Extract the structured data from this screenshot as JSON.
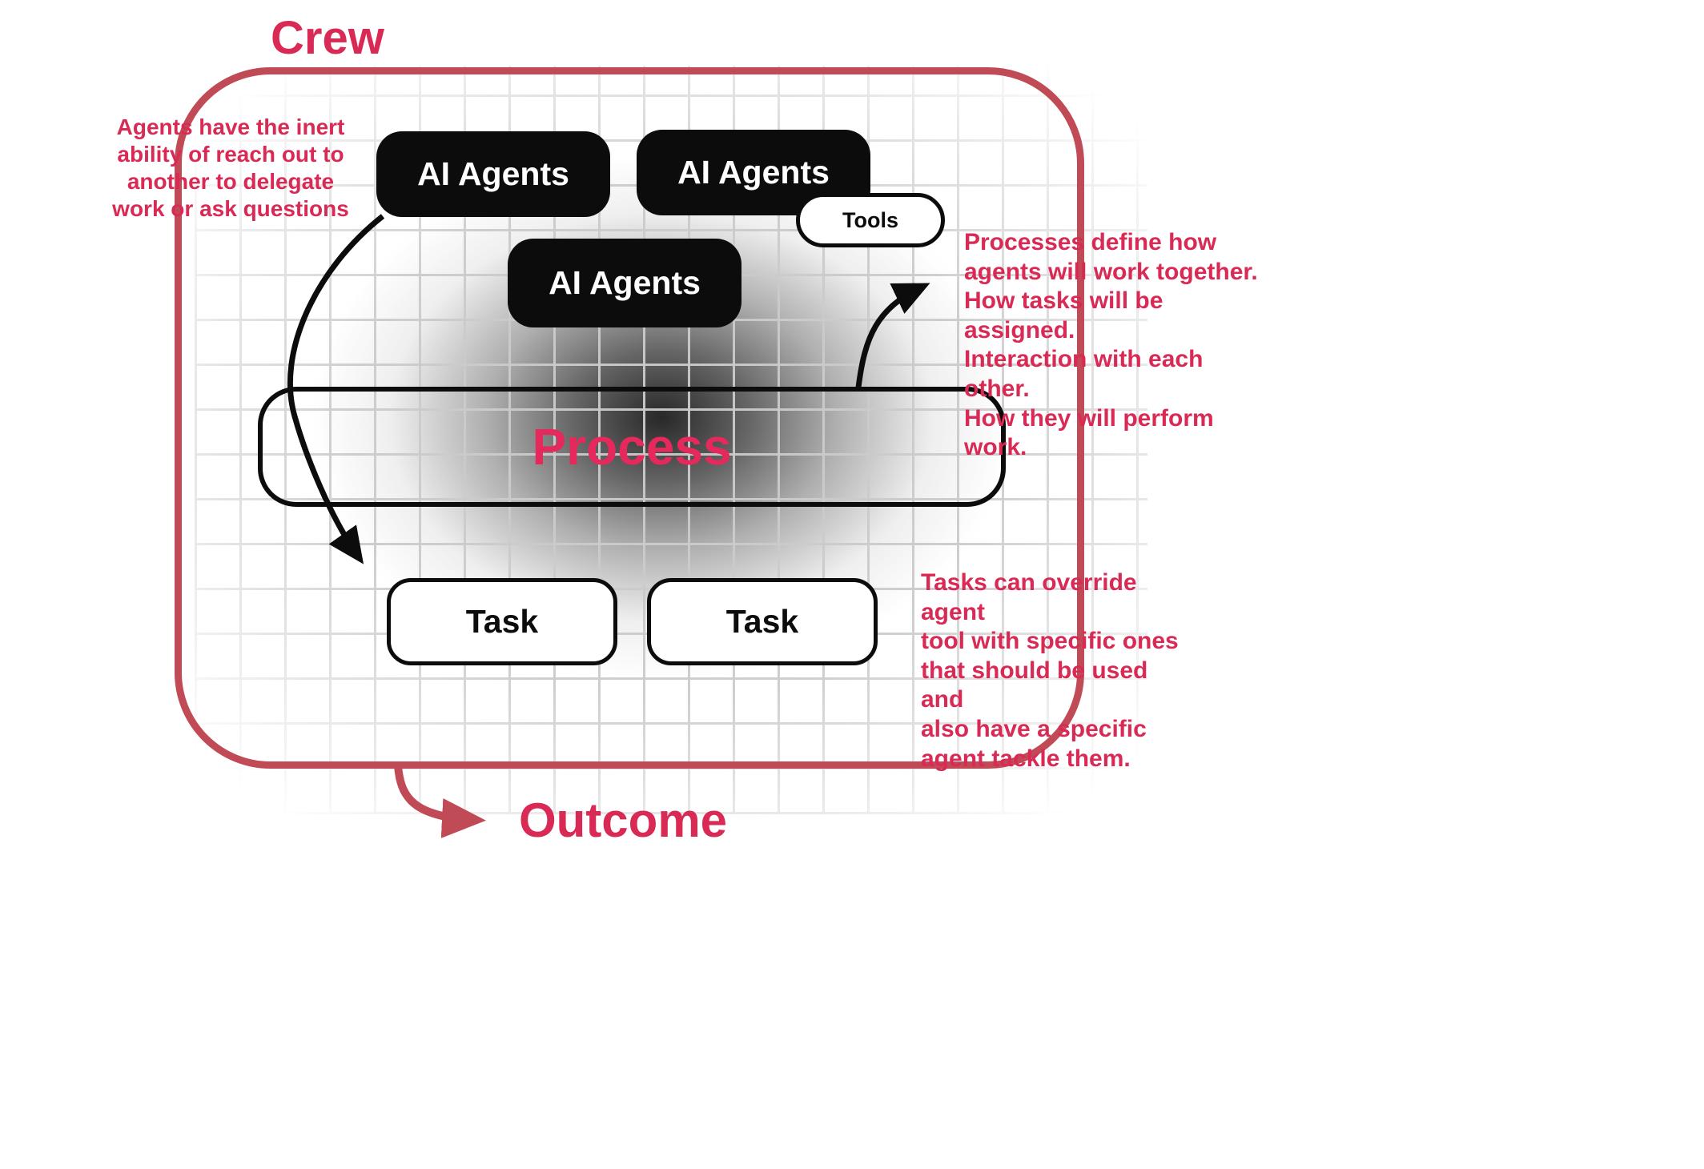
{
  "title": "Crew",
  "outcome_label": "Outcome",
  "colors": {
    "border_red": "#c04a55",
    "text_red": "#d92a55",
    "process_pink": "#e6295c",
    "ink_black": "#0c0c0c"
  },
  "nodes": {
    "agents_1": "AI Agents",
    "agents_2": "AI Agents",
    "agents_3": "AI Agents",
    "tools": "Tools",
    "process": "Process",
    "task_1": "Task",
    "task_2": "Task"
  },
  "annotations": {
    "left": "Agents have the inert\nability of reach out to\nanother to delegate\nwork or ask questions",
    "right_top": "Processes define how\nagents will work together.\nHow tasks will be assigned.\nInteraction with each other.\nHow they will perform work.",
    "right_bottom": "Tasks can override agent\ntool with specific ones\nthat should be used and\nalso have a specific\nagent tackle them."
  }
}
